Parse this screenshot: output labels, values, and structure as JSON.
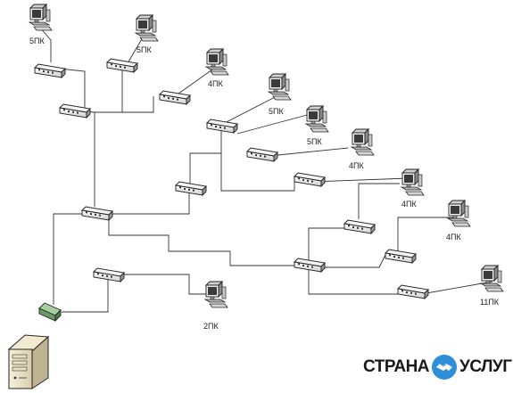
{
  "pc_labels": {
    "pc1": "5ПК",
    "pc2": "5ПК",
    "pc3": "4ПК",
    "pc4": "5ПК",
    "pc5": "5ПК",
    "pc6": "4ПК",
    "pc7": "4ПК",
    "pc8": "4ПК",
    "pc9": "11ПК",
    "pc10": "2ПК"
  },
  "watermark": {
    "left": "СТРАНА",
    "right": "УСЛУГ",
    "icon": "handshake-icon",
    "color": "#2e8ed8"
  }
}
